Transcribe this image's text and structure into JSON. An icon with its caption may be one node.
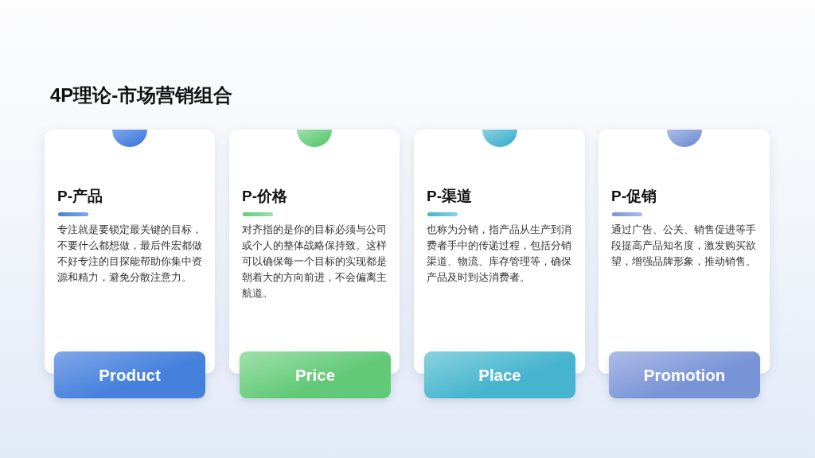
{
  "diagram": {
    "title": "4P理论-市场营销组合",
    "nodes": [
      {
        "text": [
          "P-产品",
          "专注就是要锁定最关键的目标，不要什么都想做，最后件宏都做不好专注的目探能帮助你集中资源和精力，避免分散注意力。"
        ]
      },
      {
        "text": [
          "Product"
        ]
      },
      {
        "text": [
          "P-价格",
          "对齐指的是你的目标必须与公司或个人的整体战略保持致。这样可以确保每一个目标的实现都是朝着大的方向前进，不会偏离主航道。"
        ]
      },
      {
        "text": [
          "Price"
        ]
      },
      {
        "text": [
          "P-渠道",
          "也称为分销，指产品从生产到消费者手中的传递过程，包括分销渠道、物流、库存管理等，确保产品及时到达消费者。"
        ]
      },
      {
        "text": [
          "Place"
        ]
      },
      {
        "text": [
          "P-促销",
          "通过广告、公关、销售促进等手段提高产品知名度，激发购买欲望，增强品牌形象，推动销售。"
        ]
      },
      {
        "text": [
          "Promotion"
        ]
      }
    ]
  }
}
